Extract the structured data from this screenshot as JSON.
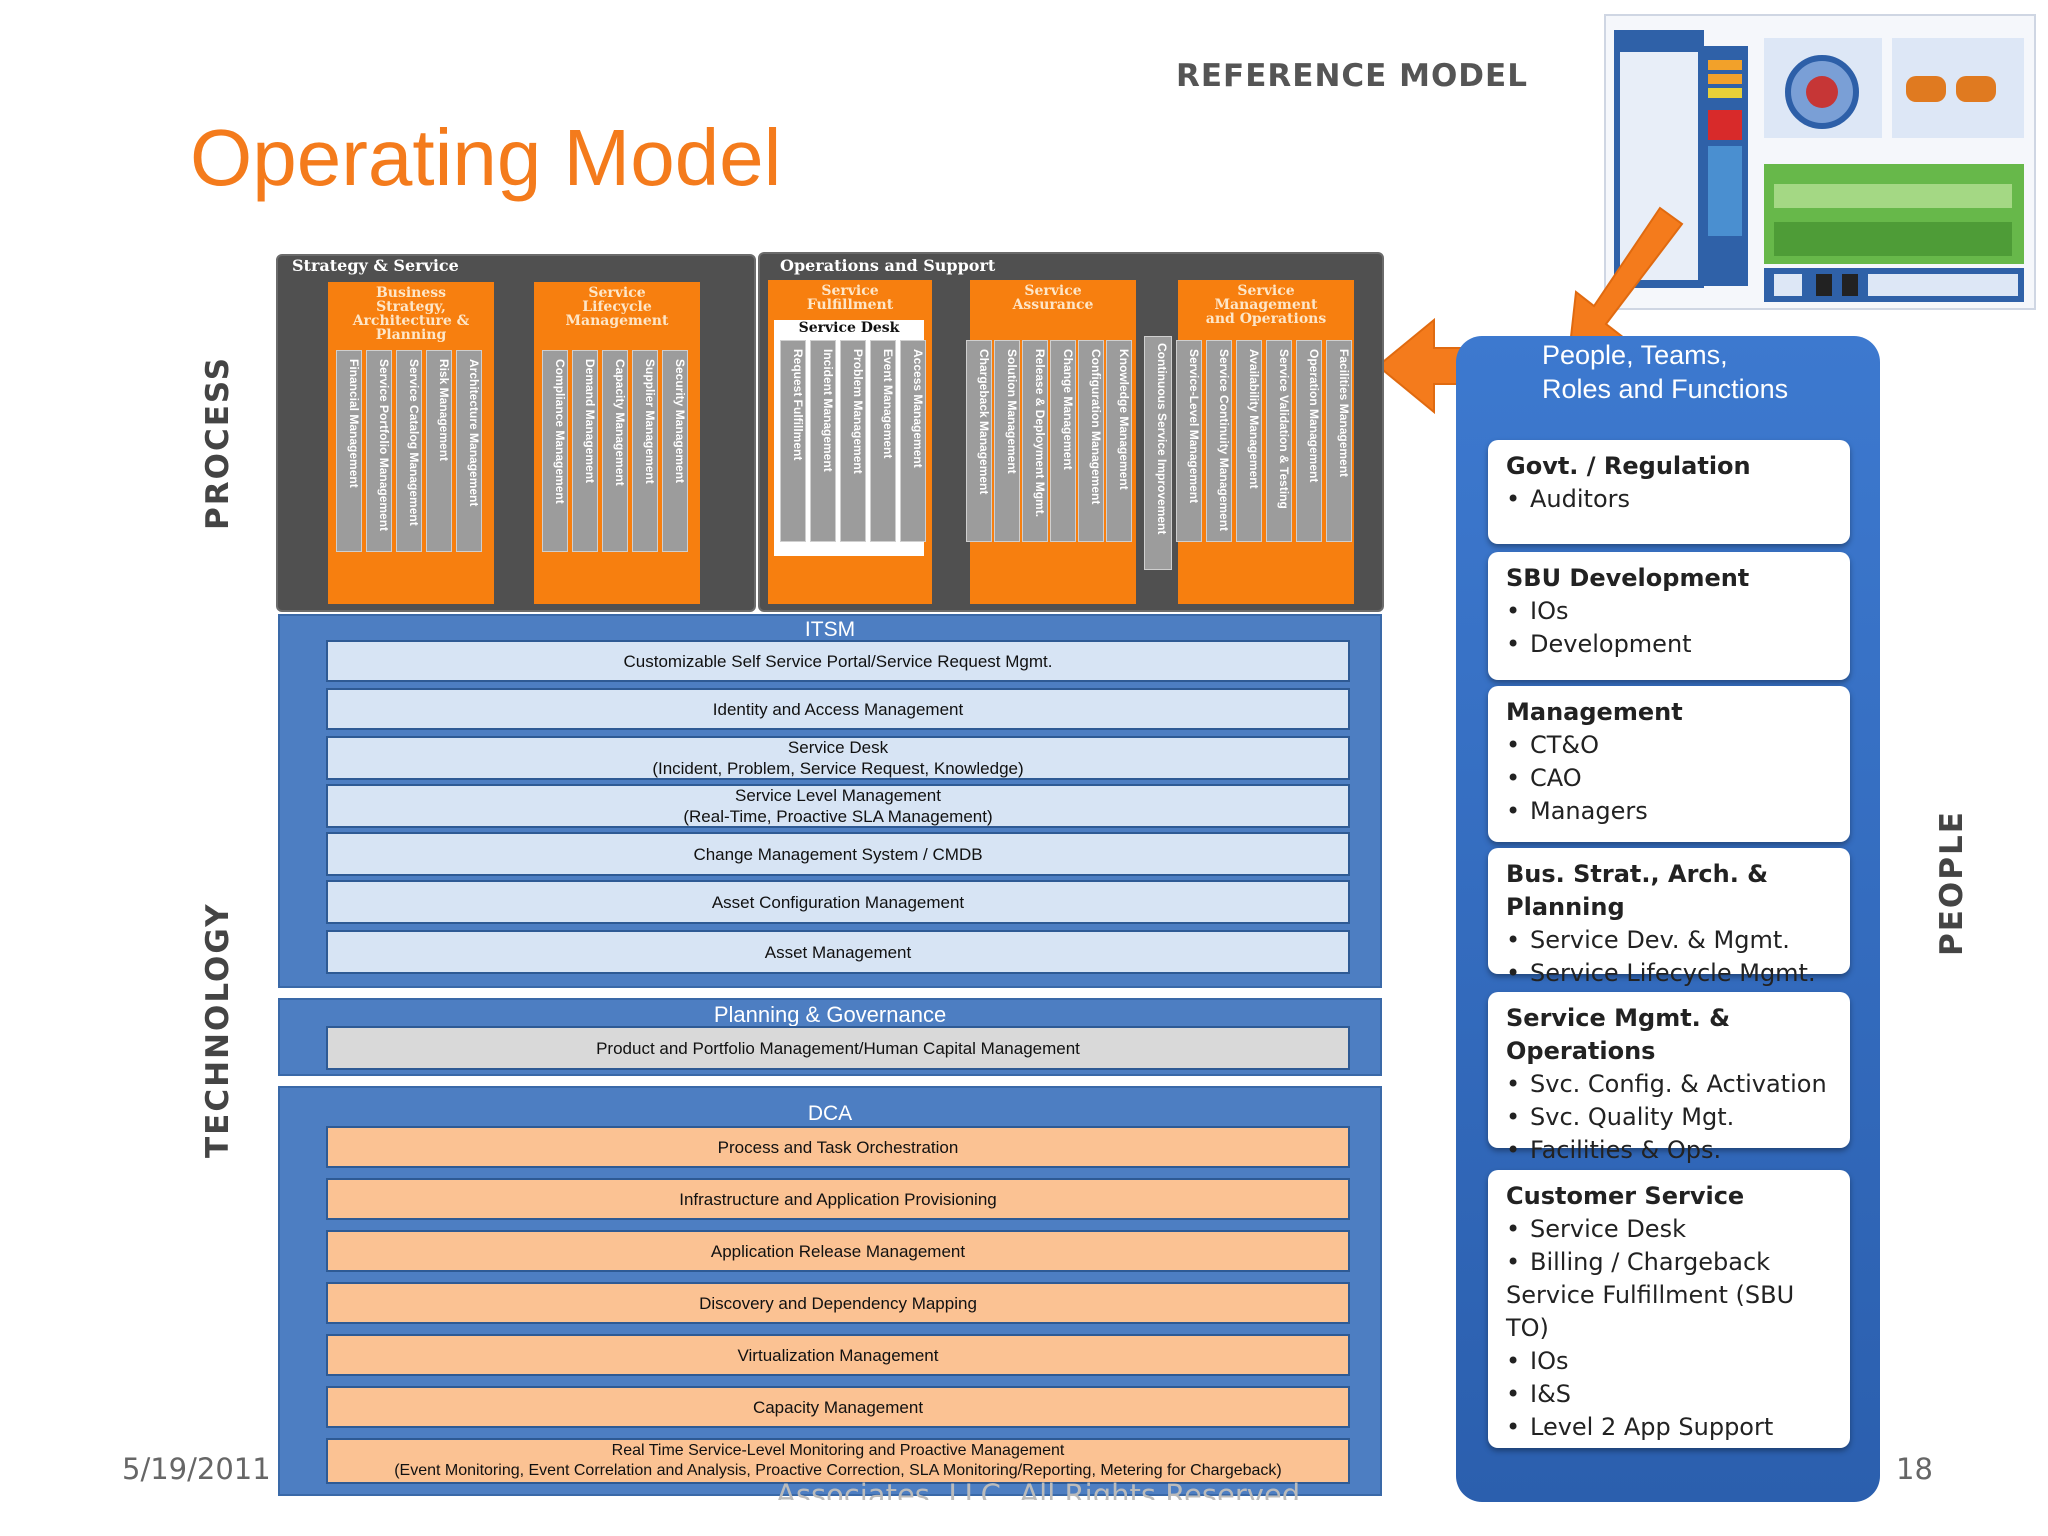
{
  "header": {
    "title": "Operating Model",
    "reference_label": "REFERENCE MODEL"
  },
  "side_labels": {
    "process": "PROCESS",
    "technology": "TECHNOLOGY",
    "people": "PEOPLE"
  },
  "footer": {
    "date": "5/19/2011",
    "copyright_fragment": "Associates, LLC. All Rights Reserved.",
    "page": "18"
  },
  "process": {
    "groups": [
      {
        "title": "Strategy & Service",
        "columns": [
          {
            "heading": "Business Strategy, Architecture & Planning",
            "items": [
              "Financial Management",
              "Service Portfolio Management",
              "Service Catalog Management",
              "Risk Management",
              "Architecture Management"
            ]
          },
          {
            "heading": "Service Lifecycle Management",
            "items": [
              "Compliance Management",
              "Demand Management",
              "Capacity Management",
              "Supplier Management",
              "Security Management"
            ]
          }
        ]
      },
      {
        "title": "Operations and Support",
        "columns": [
          {
            "heading": "Service Fulfillment",
            "sub": "Service Desk",
            "items": [
              "Request Fulfillment",
              "Incident Management",
              "Problem Management",
              "Event Management",
              "Access Management"
            ]
          },
          {
            "heading": "Service Assurance",
            "items": [
              "Chargeback Management",
              "Solution Management",
              "Release & Deployment Mgmt.",
              "Change Management",
              "Configuration Management",
              "Knowledge Management"
            ]
          },
          {
            "heading": "Continuous Service Improvement",
            "items": []
          },
          {
            "heading": "Service Management and Operations",
            "items": [
              "Service-Level Management",
              "Service Continuity Management",
              "Availability Management",
              "Service Validation & Testing",
              "Operation Management",
              "Facilities Management"
            ]
          }
        ]
      }
    ]
  },
  "technology": {
    "itsm": {
      "title": "ITSM",
      "rows": [
        [
          "Customizable Self Service Portal/Service Request Mgmt."
        ],
        [
          "Identity and Access Management"
        ],
        [
          "Service Desk",
          "(Incident, Problem, Service Request, Knowledge)"
        ],
        [
          "Service Level Management",
          "(Real-Time, Proactive SLA Management)"
        ],
        [
          "Change Management System / CMDB"
        ],
        [
          "Asset Configuration Management"
        ],
        [
          "Asset Management"
        ]
      ]
    },
    "planning": {
      "title": "Planning & Governance",
      "rows": [
        [
          "Product and Portfolio Management/Human Capital Management"
        ]
      ]
    },
    "dca": {
      "title": "DCA",
      "rows": [
        [
          "Process and Task Orchestration"
        ],
        [
          "Infrastructure and Application Provisioning"
        ],
        [
          "Application Release Management"
        ],
        [
          "Discovery and Dependency Mapping"
        ],
        [
          "Virtualization Management"
        ],
        [
          "Capacity Management"
        ],
        [
          "Real Time Service-Level Monitoring and Proactive Management",
          "(Event Monitoring, Event Correlation and Analysis, Proactive Correction, SLA Monitoring/Reporting, Metering for Chargeback)"
        ]
      ]
    }
  },
  "people": {
    "header": [
      "People, Teams,",
      "Roles and Functions"
    ],
    "cards": [
      {
        "lines": [
          {
            "t": "Govt. / Regulation",
            "k": "h"
          },
          {
            "t": "Auditors",
            "k": "bul"
          }
        ]
      },
      {
        "lines": [
          {
            "t": "SBU Development",
            "k": "h"
          },
          {
            "t": "IOs",
            "k": "bul"
          },
          {
            "t": "Development",
            "k": "bul"
          }
        ]
      },
      {
        "lines": [
          {
            "t": "Management",
            "k": "h"
          },
          {
            "t": "CT&O",
            "k": "bul"
          },
          {
            "t": "CAO",
            "k": "bul"
          },
          {
            "t": "Managers",
            "k": "bul"
          }
        ]
      },
      {
        "lines": [
          {
            "t": "Bus. Strat., Arch.  & Planning",
            "k": "h"
          },
          {
            "t": "Service Dev. & Mgmt.",
            "k": "bul"
          },
          {
            "t": "Service Lifecycle Mgmt.",
            "k": "bul"
          }
        ]
      },
      {
        "lines": [
          {
            "t": "Service Mgmt. & Operations",
            "k": "h"
          },
          {
            "t": "Svc. Config. & Activation",
            "k": "bul"
          },
          {
            "t": "Svc. Quality Mgt.",
            "k": "bul"
          },
          {
            "t": "Facilities & Ops.",
            "k": "bul"
          }
        ]
      },
      {
        "lines": [
          {
            "t": "Customer Service",
            "k": "h"
          },
          {
            "t": "Service Desk",
            "k": "bul"
          },
          {
            "t": "Billing / Chargeback",
            "k": "bul"
          },
          {
            "t": "Service Fulfillment (SBU TO)",
            "k": "b"
          },
          {
            "t": "IOs",
            "k": "bul"
          },
          {
            "t": "I&S",
            "k": "bul"
          },
          {
            "t": "Level 2 App Support",
            "k": "bul"
          }
        ]
      }
    ]
  },
  "colors": {
    "accent": "#f47b1c",
    "blue": "#4d7ec2",
    "process_orange": "#f77f0f",
    "dca_row": "#fbc293"
  }
}
